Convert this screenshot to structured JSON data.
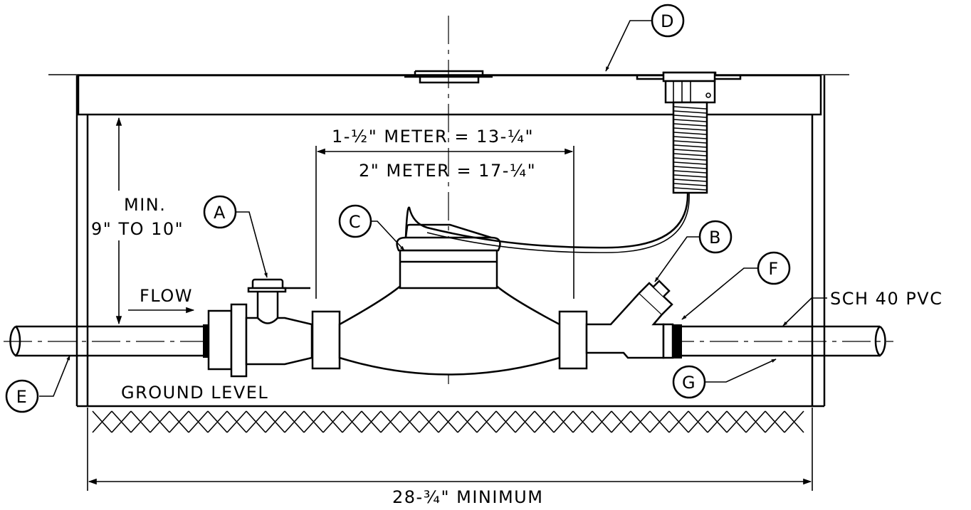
{
  "callouts": {
    "a": "A",
    "b": "B",
    "c": "C",
    "d": "D",
    "e": "E",
    "f": "F",
    "g": "G"
  },
  "labels": {
    "flow": "FLOW",
    "min_line1": "MIN.",
    "min_line2": "9\" TO 10\"",
    "meter_1_5": "1-½\" METER = 13-¼\"",
    "meter_2": "2\" METER = 17-¼\"",
    "ground_level": "GROUND LEVEL",
    "pipe_material": "SCH 40 PVC",
    "minimum_width": "28-¾\" MINIMUM"
  }
}
